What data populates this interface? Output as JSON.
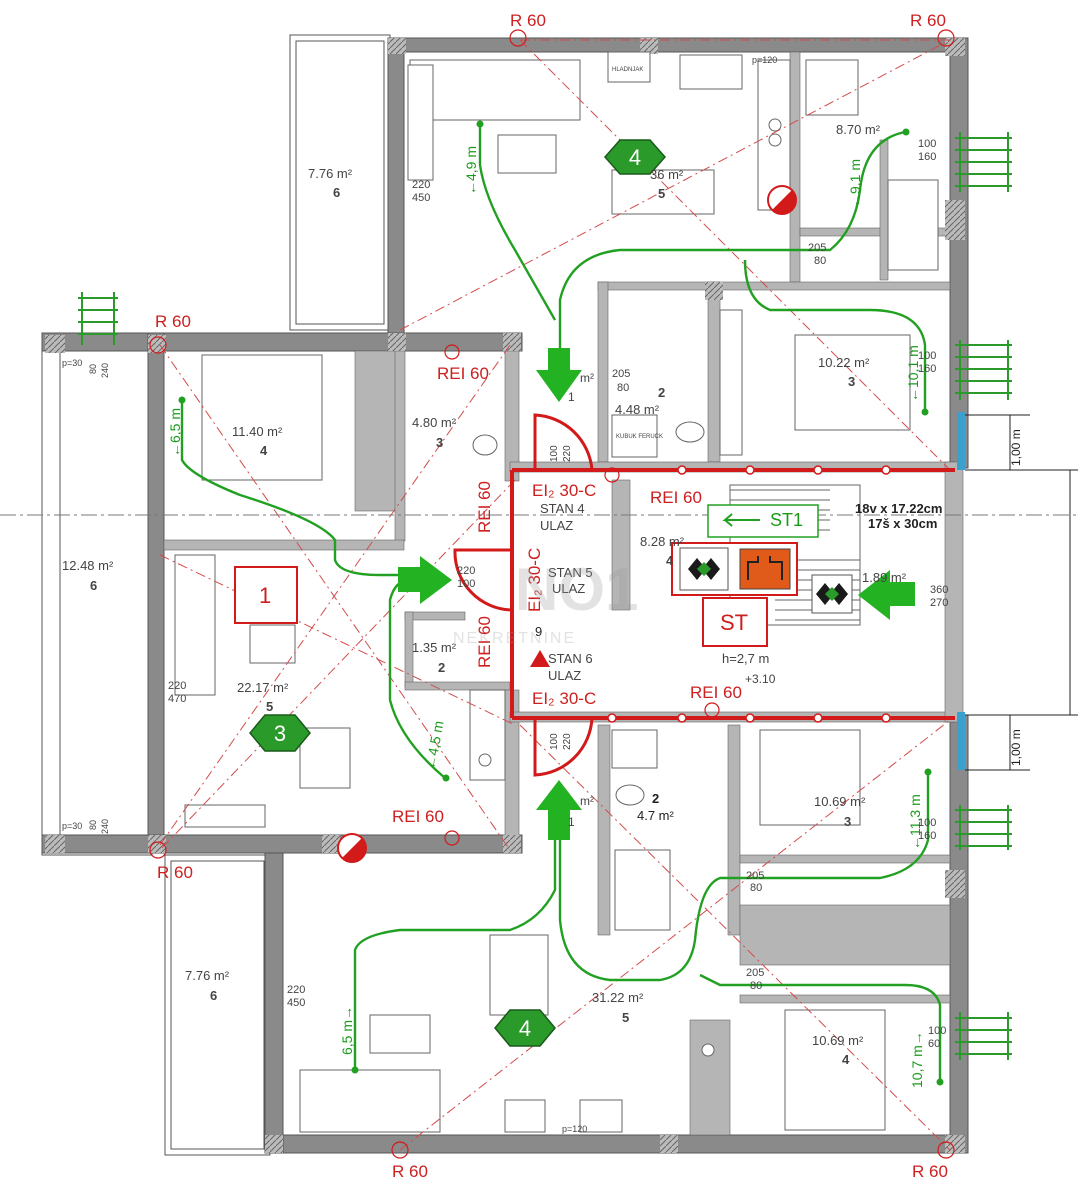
{
  "labels": {
    "r60_top_left": "R 60",
    "r60_top_right": "R 60",
    "r60_west_top": "R 60",
    "r60_west_bottom": "R 60",
    "r60_bottom_left": "R 60",
    "r60_bottom_right": "R 60",
    "rei60_top": "REI 60",
    "rei60_vertical_top": "REI 60",
    "rei60_center": "REI 60",
    "rei60_vertical_mid": "REI 60",
    "rei60_lower_right": "REI 60",
    "rei60_bottom": "REI 60",
    "ei_top": "EI₂ 30-C",
    "ei_vertical": "EI₂ 30-C",
    "ei_bottom": "EI₂ 30-C",
    "stan4_line1": "STAN 4",
    "stan4_line2": "ULAZ",
    "stan5_line1": "STAN 5",
    "stan5_line2": "ULAZ",
    "stan6_line1": "STAN 6",
    "stan6_line2": "ULAZ",
    "st1": "ST1",
    "st": "ST",
    "stair1": "18v x 17.22cm",
    "stair2": "17š x 30cm",
    "height": "h=2,7 m",
    "level": "+3.10",
    "box1": "1",
    "hydrant_num": "9",
    "dim1": "1,00 m",
    "dim2": "1,00 m",
    "watermark1": "NO1",
    "watermark2": "NEKRETNINE"
  },
  "rooms": [
    {
      "area": "7.76 m²",
      "num": "6"
    },
    {
      "area": "36 m²",
      "num": "5"
    },
    {
      "area": "8.70 m²",
      "num": ""
    },
    {
      "area": "10.22 m²",
      "num": "3"
    },
    {
      "area": "4.48 m²",
      "num": "2"
    },
    {
      "area": "11.40 m²",
      "num": "4"
    },
    {
      "area": "4.80 m²",
      "num": "3"
    },
    {
      "area": "12.48 m²",
      "num": "6"
    },
    {
      "area": "22.17 m²",
      "num": "5"
    },
    {
      "area": "1.35 m²",
      "num": "2"
    },
    {
      "area": "8.28 m²",
      "num": "4"
    },
    {
      "area": "1.89 m²",
      "num": ""
    },
    {
      "area": "10.69 m²",
      "num": "3"
    },
    {
      "area": "4.7 m²",
      "num": "2"
    },
    {
      "area": "7.76 m²",
      "num": "6"
    },
    {
      "area": "31.22 m²",
      "num": "5"
    },
    {
      "area": "10.69 m²",
      "num": "4"
    },
    {
      "area": "m²",
      "num": "1"
    },
    {
      "area": "m²",
      "num": "1"
    }
  ],
  "routes": [
    {
      "length": "←4,9 m"
    },
    {
      "length": "←9,1 m"
    },
    {
      "length": "←10,1 m"
    },
    {
      "length": "←6,5 m"
    },
    {
      "length": "←4,5 m"
    },
    {
      "length": "←11,3 m"
    },
    {
      "length": "6,5 m→"
    },
    {
      "length": "10,7 m→"
    }
  ],
  "hexagons": [
    "4",
    "3",
    "4"
  ],
  "doors": [
    {
      "a": "205",
      "b": "80"
    },
    {
      "a": "205",
      "b": "80"
    },
    {
      "a": "205",
      "b": "80"
    },
    {
      "a": "205",
      "b": "80"
    },
    {
      "a": "220",
      "b": "100"
    }
  ],
  "smalltext": {
    "w220_450_a": "220",
    "w220_450_b": "450",
    "w220_450_c": "220",
    "w220_450_d": "450",
    "w220_470_a": "220",
    "w220_470_b": "470",
    "w100_160_a": "100",
    "w100_160_b": "160",
    "w100_160_c": "100",
    "w100_160_d": "160",
    "w100_160_e": "100",
    "w100_160_f": "160",
    "w100_160_g": "100",
    "w100_160_h": "60",
    "w360": "360",
    "w270": "270",
    "p120a": "p=120",
    "p120b": "p=120",
    "p30a": "p=30",
    "p30b": "p=30",
    "v80_240a": "80",
    "v80_240b": "240",
    "v80_240c": "80",
    "v80_240d": "240",
    "d100": "100",
    "d220": "220",
    "d100b": "100",
    "d220b": "220",
    "hladnjak": "HLADNJAK",
    "kubuk": "KUBUK FERUCK"
  },
  "colors": {
    "red": "#d21a1a",
    "green": "#22a022",
    "hex": "#2a9a2a",
    "wall": "#8a8a8a",
    "vent": "#e05a1a"
  }
}
